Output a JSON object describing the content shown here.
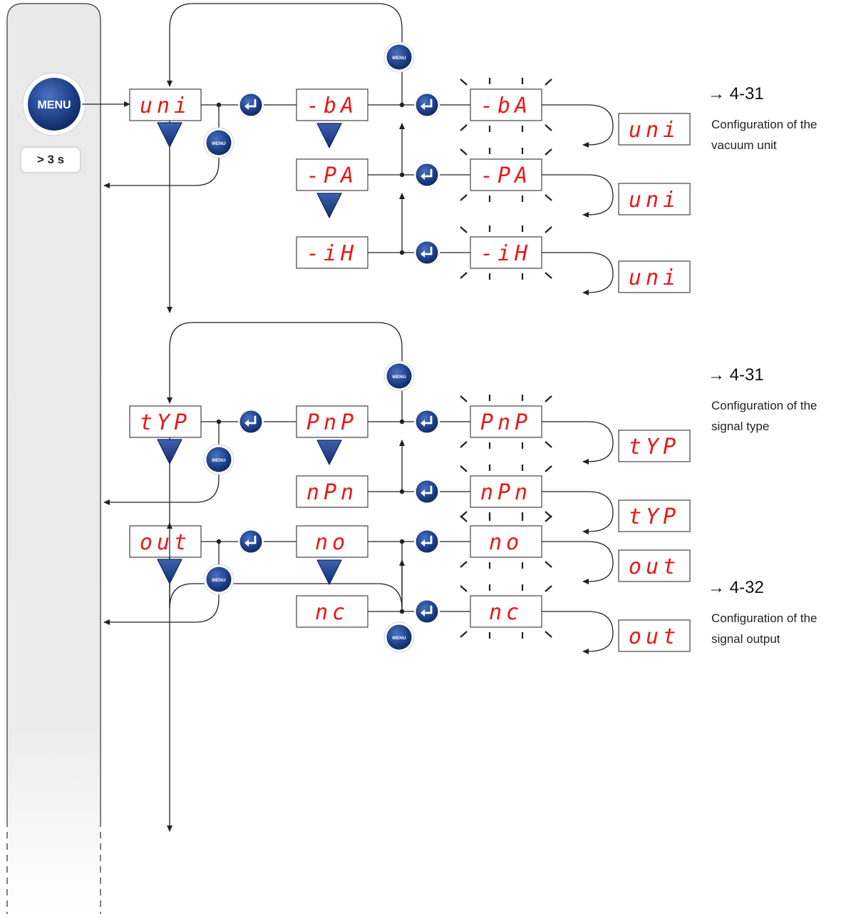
{
  "menu_button_label": "MENU",
  "hold_label": "> 3 s",
  "sections": [
    {
      "param": "uni",
      "ref": "→ 4-31",
      "desc": [
        "Configuration of the",
        "vacuum unit"
      ],
      "options": [
        "-bA",
        "-PA",
        "-iH"
      ]
    },
    {
      "param": "tYP",
      "ref": "→ 4-31",
      "desc": [
        "Configuration of the",
        "signal type"
      ],
      "options": [
        "PnP",
        "nPn"
      ]
    },
    {
      "param": "out",
      "ref": "→ 4-32",
      "desc": [
        "Configuration of the",
        "signal output"
      ],
      "options": [
        "no",
        "nc"
      ]
    }
  ],
  "colors": {
    "display_digits": "#e81818",
    "button_blue": "#1d3f86",
    "arrow_blue": "#1e3c8c",
    "panel_gray": "#ececec"
  },
  "icons": [
    "menu-button",
    "enter-button",
    "down-arrow-icon",
    "blink-rays"
  ]
}
